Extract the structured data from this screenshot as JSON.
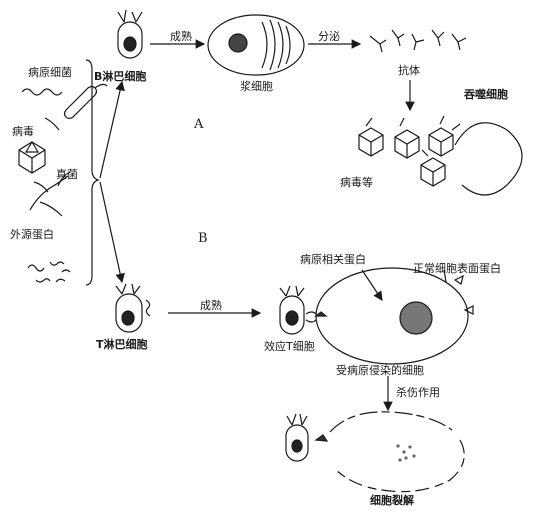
{
  "pathogens": {
    "bacteria": "病原细菌",
    "virus": "病毒",
    "fungus": "真菌",
    "foreign_protein": "外源蛋白"
  },
  "humoral": {
    "b_cell": "B淋巴细胞",
    "maturation": "成熟",
    "plasma_cell": "浆细胞",
    "secretion": "分泌",
    "antibody": "抗体",
    "phagocyte": "吞噬细胞",
    "virus_etc": "病毒等",
    "marker": "A"
  },
  "cellular": {
    "marker": "B",
    "t_cell": "T淋巴细胞",
    "maturation": "成熟",
    "effector_t": "效应T细胞",
    "pathogen_protein": "病原相关蛋白",
    "normal_protein": "正常细胞表面蛋白",
    "infected_cell": "受病原侵染的细胞",
    "killing": "杀伤作用",
    "lysis": "细胞裂解"
  }
}
